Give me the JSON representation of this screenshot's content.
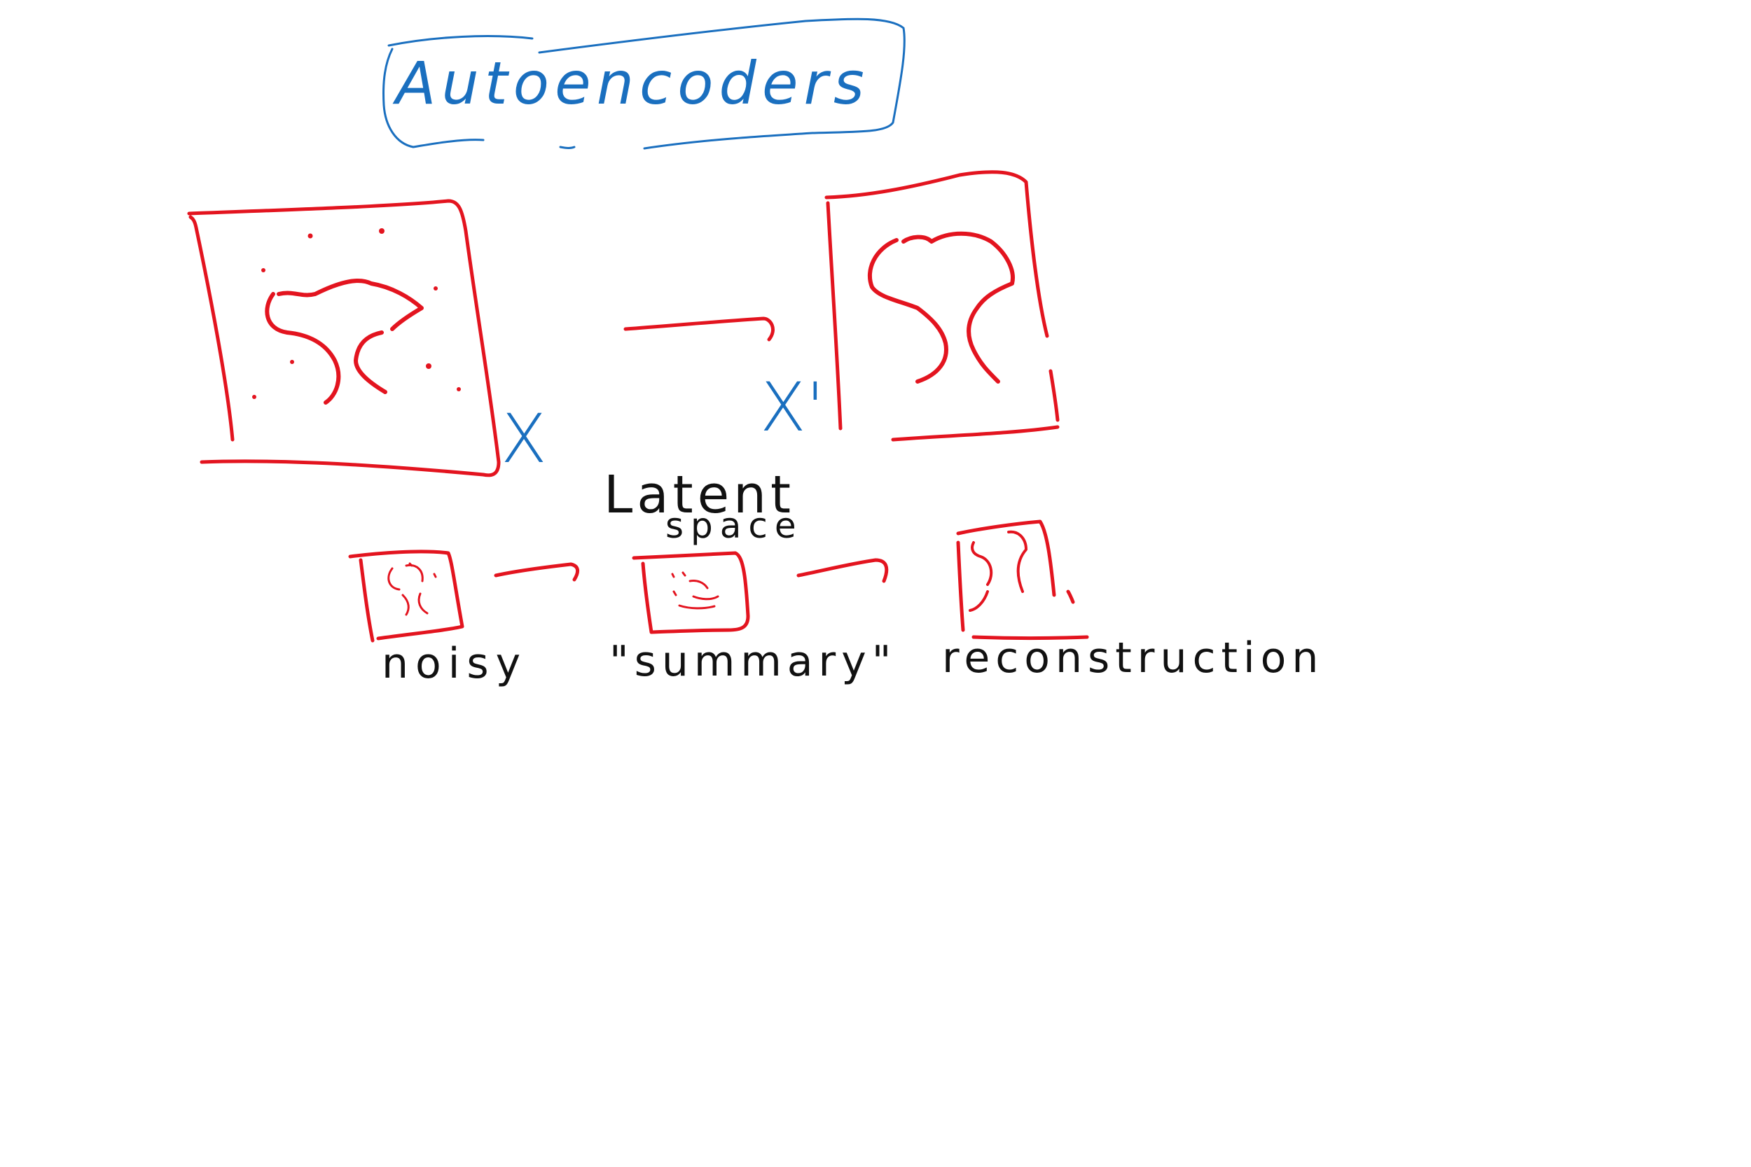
{
  "colors": {
    "red_ink": "#e3141f",
    "blue_ink": "#1a6fbf",
    "black_ink": "#111111",
    "background": "#ffffff"
  },
  "title": "Autoencoders",
  "labels": {
    "input_var": "X",
    "output_var": "X'",
    "latent": "Latent",
    "latent_second": "space",
    "noisy": "noisy",
    "summary": "\"summary\"",
    "reconstruction": "reconstruction"
  }
}
